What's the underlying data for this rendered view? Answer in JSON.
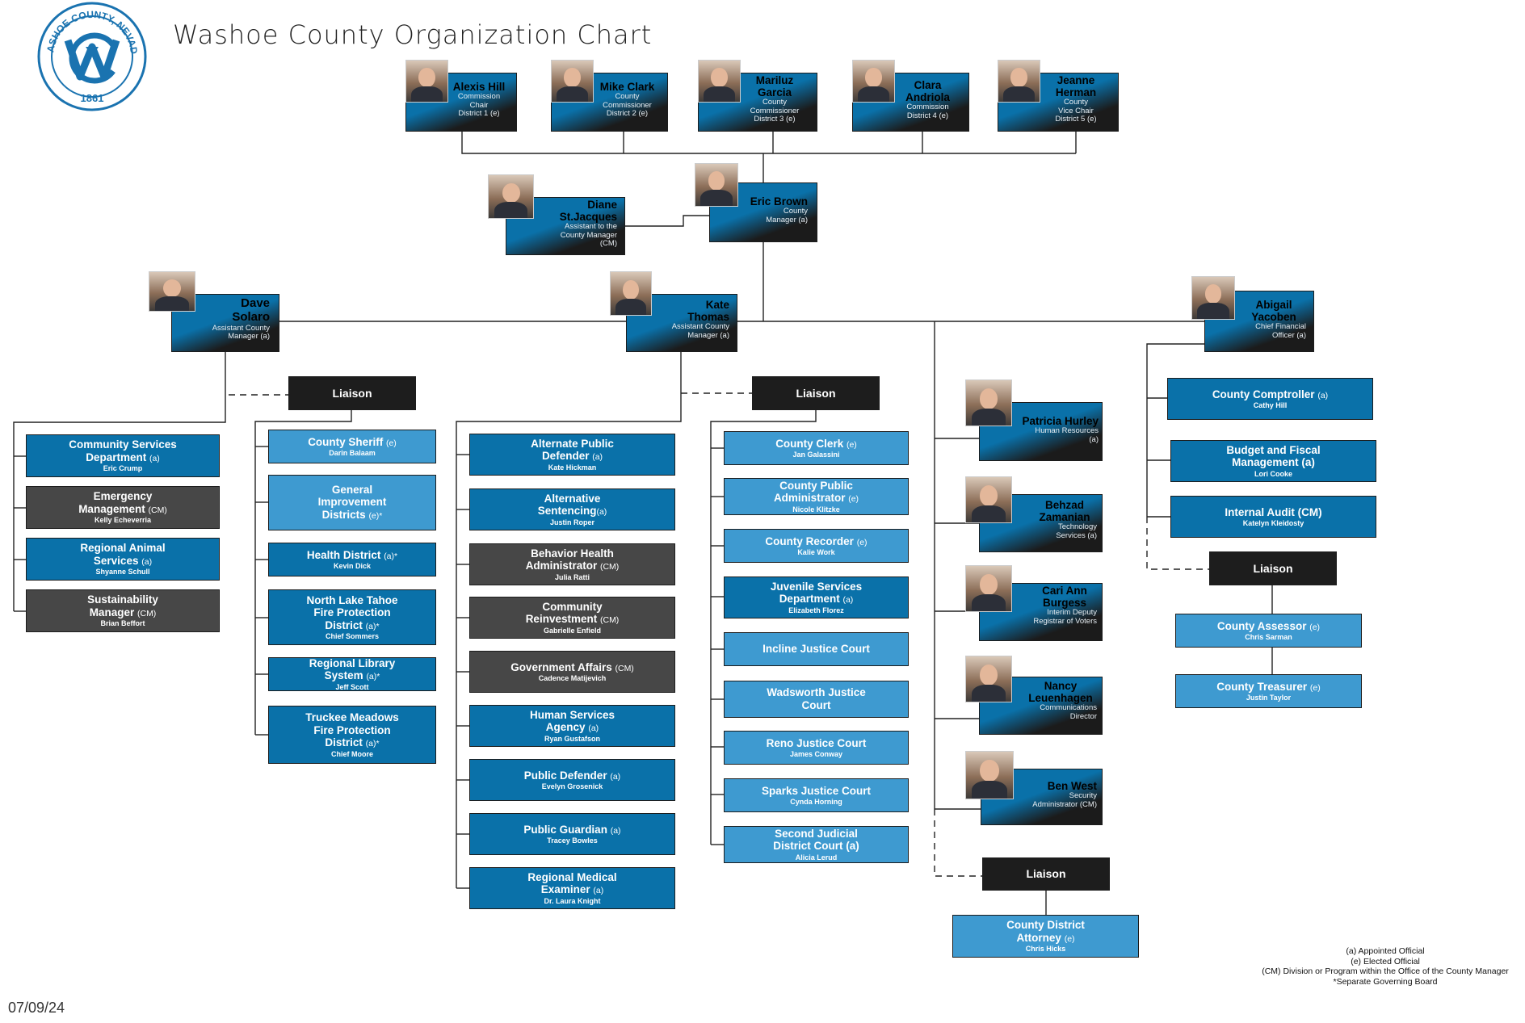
{
  "title": "Washoe County Organization Chart",
  "logo": {
    "top_text": "WASHOE COUNTY, NEVADA",
    "year": "1861"
  },
  "date": "07/09/24",
  "commissioners": [
    {
      "name": "Alexis Hill",
      "role": [
        "Commission",
        "Chair",
        "District 1 (e)"
      ]
    },
    {
      "name": "Mike Clark",
      "role": [
        "County",
        "Commissioner",
        "District 2 (e)"
      ]
    },
    {
      "name": "Mariluz Garcia",
      "role": [
        "County",
        "Commissioner",
        "District 3 (e)"
      ]
    },
    {
      "name": "Clara Andriola",
      "role": [
        "Commission",
        "District 4 (e)"
      ]
    },
    {
      "name": "Jeanne Herman",
      "role": [
        "County",
        "Vice Chair",
        "District 5 (e)"
      ]
    }
  ],
  "manager": {
    "name": "Eric Brown",
    "role": [
      "County",
      "Manager (a)"
    ]
  },
  "assistant_to_manager": {
    "name": "Diane St.Jacques",
    "role": [
      "Assistant to the",
      "County Manager",
      "(CM)"
    ]
  },
  "acm1": {
    "name": "Dave Solaro",
    "role": [
      "Assistant County",
      "Manager (a)"
    ]
  },
  "acm2": {
    "name": "Kate Thomas",
    "role": [
      "Assistant County",
      "Manager (a)"
    ]
  },
  "cfo": {
    "name": "Abigail Yacoben",
    "role": [
      "Chief Financial",
      "Officer (a)"
    ]
  },
  "liaison_label": "Liaison",
  "dave_depts": [
    {
      "name": "Community Services Department",
      "tag": "(a)",
      "person": "Eric Crump"
    },
    {
      "name": "Emergency Management",
      "tag": "(CM)",
      "person": "Kelly Echeverria"
    },
    {
      "name": "Regional Animal Services",
      "tag": "(a)",
      "person": "Shyanne Schull"
    },
    {
      "name": "Sustainability Manager",
      "tag": "(CM)",
      "person": "Brian Beffort"
    }
  ],
  "dave_liaison": [
    {
      "name": "County Sheriff",
      "tag": "(e)",
      "person": "Darin Balaam"
    },
    {
      "name": "General Improvement Districts",
      "tag": "(e)*",
      "person": ""
    },
    {
      "name": "Health District",
      "tag": "(a)*",
      "person": "Kevin Dick"
    },
    {
      "name": "North Lake Tahoe Fire Protection District",
      "tag": "(a)*",
      "person": "Chief Sommers"
    },
    {
      "name": "Regional Library System",
      "tag": "(a)*",
      "person": "Jeff Scott"
    },
    {
      "name": "Truckee Meadows Fire Protection District",
      "tag": "(a)*",
      "person": "Chief Moore"
    }
  ],
  "kate_depts": [
    {
      "name": "Alternate Public Defender",
      "tag": "(a)",
      "person": "Kate Hickman"
    },
    {
      "name": "Alternative Sentencing",
      "tag": "(a)",
      "person": "Justin Roper"
    },
    {
      "name": "Behavior Health Administrator",
      "tag": "(CM)",
      "person": "Julia Ratti"
    },
    {
      "name": "Community Reinvestment",
      "tag": "(CM)",
      "person": "Gabrielle Enfield"
    },
    {
      "name": "Government Affairs",
      "tag": "(CM)",
      "person": "Cadence Matijevich"
    },
    {
      "name": "Human Services Agency",
      "tag": "(a)",
      "person": "Ryan Gustafson"
    },
    {
      "name": "Public Defender",
      "tag": "(a)",
      "person": "Evelyn Grosenick"
    },
    {
      "name": "Public Guardian",
      "tag": "(a)",
      "person": "Tracey Bowles"
    },
    {
      "name": "Regional Medical Examiner",
      "tag": "(a)",
      "person": "Dr. Laura Knight"
    }
  ],
  "kate_liaison": [
    {
      "name": "County Clerk",
      "tag": "(e)",
      "person": "Jan Galassini"
    },
    {
      "name": "County Public Administrator",
      "tag": "(e)",
      "person": "Nicole Klitzke"
    },
    {
      "name": "County Recorder",
      "tag": "(e)",
      "person": "Kalie Work"
    },
    {
      "name": "Juvenile Services Department",
      "tag": "(a)",
      "person": "Elizabeth Florez"
    },
    {
      "name": "Incline Justice Court",
      "tag": "",
      "person": ""
    },
    {
      "name": "Wadsworth Justice Court",
      "tag": "",
      "person": ""
    },
    {
      "name": "Reno Justice Court",
      "tag": "",
      "person": "James Conway"
    },
    {
      "name": "Sparks Justice Court",
      "tag": "",
      "person": "Cynda Horning"
    },
    {
      "name": "Second Judicial District Court",
      "tag": "(a)",
      "person": "Alicia Lerud"
    }
  ],
  "manager_directs": [
    {
      "name": "Patricia Hurley",
      "role": [
        "Human Resources",
        "(a)"
      ]
    },
    {
      "name": "Behzad Zamanian",
      "role": [
        "Technology",
        "Services (a)"
      ]
    },
    {
      "name": "Cari Ann Burgess",
      "role": [
        "Interim Deputy",
        "Registrar of Voters"
      ]
    },
    {
      "name": "Nancy Leuenhagen",
      "role": [
        "Communications",
        "Director"
      ]
    },
    {
      "name": "Ben West",
      "role": [
        "Security",
        "Administrator (CM)"
      ]
    }
  ],
  "manager_liaison": [
    {
      "name": "County District Attorney",
      "tag": "(e)",
      "person": "Chris Hicks"
    }
  ],
  "cfo_depts": [
    {
      "name": "County Comptroller",
      "tag": "(a)",
      "person": "Cathy Hill"
    },
    {
      "name": "Budget and Fiscal Management",
      "tag": "(a)",
      "person": "Lori Cooke"
    },
    {
      "name": "Internal Audit",
      "tag": "(CM)",
      "person": "Katelyn Kleidosty"
    }
  ],
  "cfo_liaison": [
    {
      "name": "County Assessor",
      "tag": "(e)",
      "person": "Chris Sarman"
    },
    {
      "name": "County Treasurer",
      "tag": "(e)",
      "person": "Justin Taylor"
    }
  ],
  "legend": [
    "(a) Appointed Official",
    "(e) Elected Official",
    "(CM) Division or Program within the Office of the County Manager",
    "*Separate Governing Board"
  ]
}
